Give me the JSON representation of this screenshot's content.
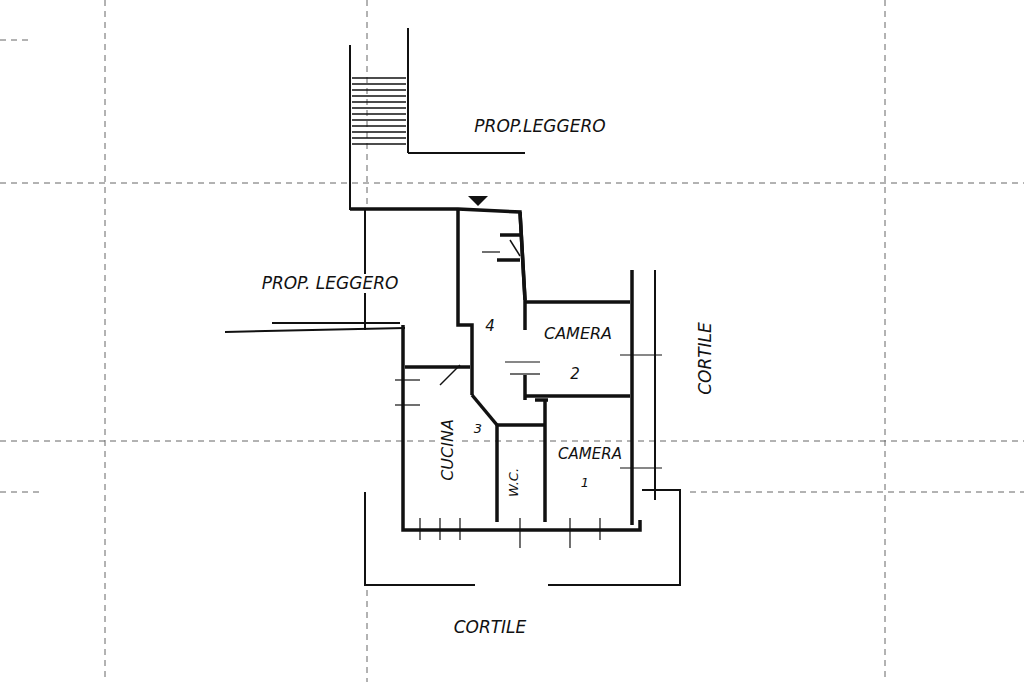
{
  "diagram": {
    "labels": [
      "PROP.LEGGERO",
      "PROP. LEGGERO",
      "CAMERA",
      "CUCINA",
      "W.C.",
      "CAMERA",
      "CORTILE",
      "CORTILE",
      "4",
      "2",
      "3",
      "1"
    ]
  }
}
